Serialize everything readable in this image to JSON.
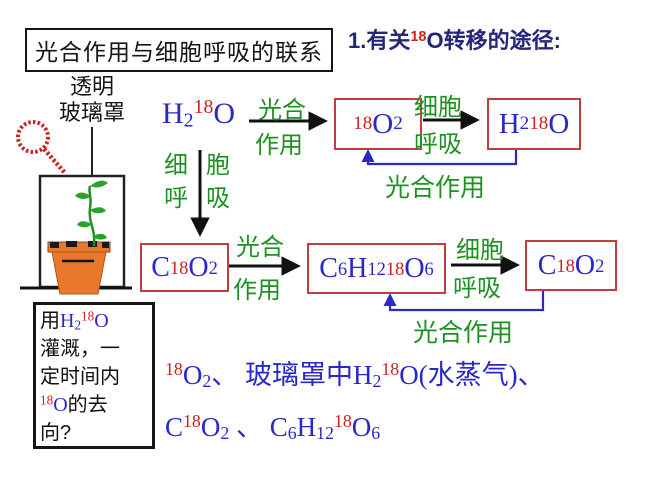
{
  "colors": {
    "formula_blue": "#2929c8",
    "isotope_red": "#cc2222",
    "label_green": "#1f9122",
    "box_border_red": "#c43c3c",
    "ink_black": "#111111",
    "heading_navy": "#26267a"
  },
  "title": {
    "text": "光合作用与细胞呼吸的联系"
  },
  "heading": {
    "tokens": [
      {
        "y": "n",
        "x": "1.有关"
      },
      {
        "y": "p",
        "x": "18",
        "c": "#cc2222"
      },
      {
        "y": "n",
        "x": "O转移的途径:"
      }
    ]
  },
  "apparatus": {
    "cover_label_line1": "透明",
    "cover_label_line2": "玻璃罩"
  },
  "question_box": {
    "lines": [
      [
        {
          "y": "n",
          "x": "用",
          "c": "#111111"
        },
        {
          "y": "n",
          "x": "H",
          "c": "#2929c8"
        },
        {
          "y": "s",
          "x": "2",
          "c": "#2929c8"
        },
        {
          "y": "p",
          "x": "18",
          "c": "#cc2222"
        },
        {
          "y": "n",
          "x": "O",
          "c": "#2929c8"
        }
      ],
      [
        {
          "y": "n",
          "x": "灌溉，一",
          "c": "#111111"
        }
      ],
      [
        {
          "y": "n",
          "x": "定时间内",
          "c": "#111111"
        }
      ],
      [
        {
          "y": "p",
          "x": "18",
          "c": "#cc2222"
        },
        {
          "y": "n",
          "x": "O",
          "c": "#2929c8"
        },
        {
          "y": "n",
          "x": "的去",
          "c": "#111111"
        }
      ],
      [
        {
          "y": "n",
          "x": "向?",
          "c": "#111111"
        }
      ]
    ]
  },
  "diagram": {
    "row1": {
      "reactant": [
        {
          "y": "n",
          "x": "H"
        },
        {
          "y": "s",
          "x": "2"
        },
        {
          "y": "p",
          "x": "18",
          "c": "#cc2222"
        },
        {
          "y": "n",
          "x": "O"
        }
      ],
      "arrow1_label_top": "光合",
      "arrow1_label_bottom": "作用",
      "box_o2": [
        {
          "y": "p",
          "x": "18",
          "c": "#cc2222"
        },
        {
          "y": "n",
          "x": "O"
        },
        {
          "y": "s",
          "x": "2"
        }
      ],
      "arrow2_label_top": "细胞",
      "arrow2_label_bottom": "呼吸",
      "box_h2o": [
        {
          "y": "n",
          "x": "H"
        },
        {
          "y": "s",
          "x": "2"
        },
        {
          "y": "p",
          "x": "18",
          "c": "#cc2222"
        },
        {
          "y": "n",
          "x": "O"
        }
      ],
      "feedback_label": "光合作用"
    },
    "vertical_arrow": {
      "left_top": "细",
      "left_bottom": "呼",
      "right_top": "胞",
      "right_bottom": "吸"
    },
    "row2": {
      "box_co2_left": [
        {
          "y": "n",
          "x": "C"
        },
        {
          "y": "p",
          "x": "18",
          "c": "#cc2222"
        },
        {
          "y": "n",
          "x": "O"
        },
        {
          "y": "s",
          "x": "2"
        }
      ],
      "arrow1_label_top": "光合",
      "arrow1_label_bottom": "作用",
      "box_glucose": [
        {
          "y": "n",
          "x": "C"
        },
        {
          "y": "s",
          "x": "6"
        },
        {
          "y": "n",
          "x": "H"
        },
        {
          "y": "s",
          "x": "12"
        },
        {
          "y": "p",
          "x": "18",
          "c": "#cc2222"
        },
        {
          "y": "n",
          "x": "O"
        },
        {
          "y": "s",
          "x": "6"
        }
      ],
      "arrow2_label_top": "细胞",
      "arrow2_label_bottom": "呼吸",
      "box_co2_right": [
        {
          "y": "n",
          "x": "C"
        },
        {
          "y": "p",
          "x": "18",
          "c": "#cc2222"
        },
        {
          "y": "n",
          "x": "O"
        },
        {
          "y": "s",
          "x": "2"
        }
      ],
      "feedback_label": "光合作用"
    }
  },
  "summary": {
    "line1": [
      {
        "y": "p",
        "x": "18",
        "c": "#cc2222"
      },
      {
        "y": "n",
        "x": "O"
      },
      {
        "y": "s",
        "x": "2"
      },
      {
        "y": "n",
        "x": "、 玻璃罩中H"
      },
      {
        "y": "s",
        "x": "2"
      },
      {
        "y": "p",
        "x": "18",
        "c": "#cc2222"
      },
      {
        "y": "n",
        "x": "O(水蒸气)、"
      }
    ],
    "line2": [
      {
        "y": "n",
        "x": "C"
      },
      {
        "y": "p",
        "x": "18",
        "c": "#cc2222"
      },
      {
        "y": "n",
        "x": "O"
      },
      {
        "y": "s",
        "x": "2"
      },
      {
        "y": "n",
        "x": " 、 C"
      },
      {
        "y": "s",
        "x": "6"
      },
      {
        "y": "n",
        "x": "H"
      },
      {
        "y": "s",
        "x": "12"
      },
      {
        "y": "p",
        "x": "18",
        "c": "#cc2222"
      },
      {
        "y": "n",
        "x": "O"
      },
      {
        "y": "s",
        "x": "6"
      }
    ]
  }
}
